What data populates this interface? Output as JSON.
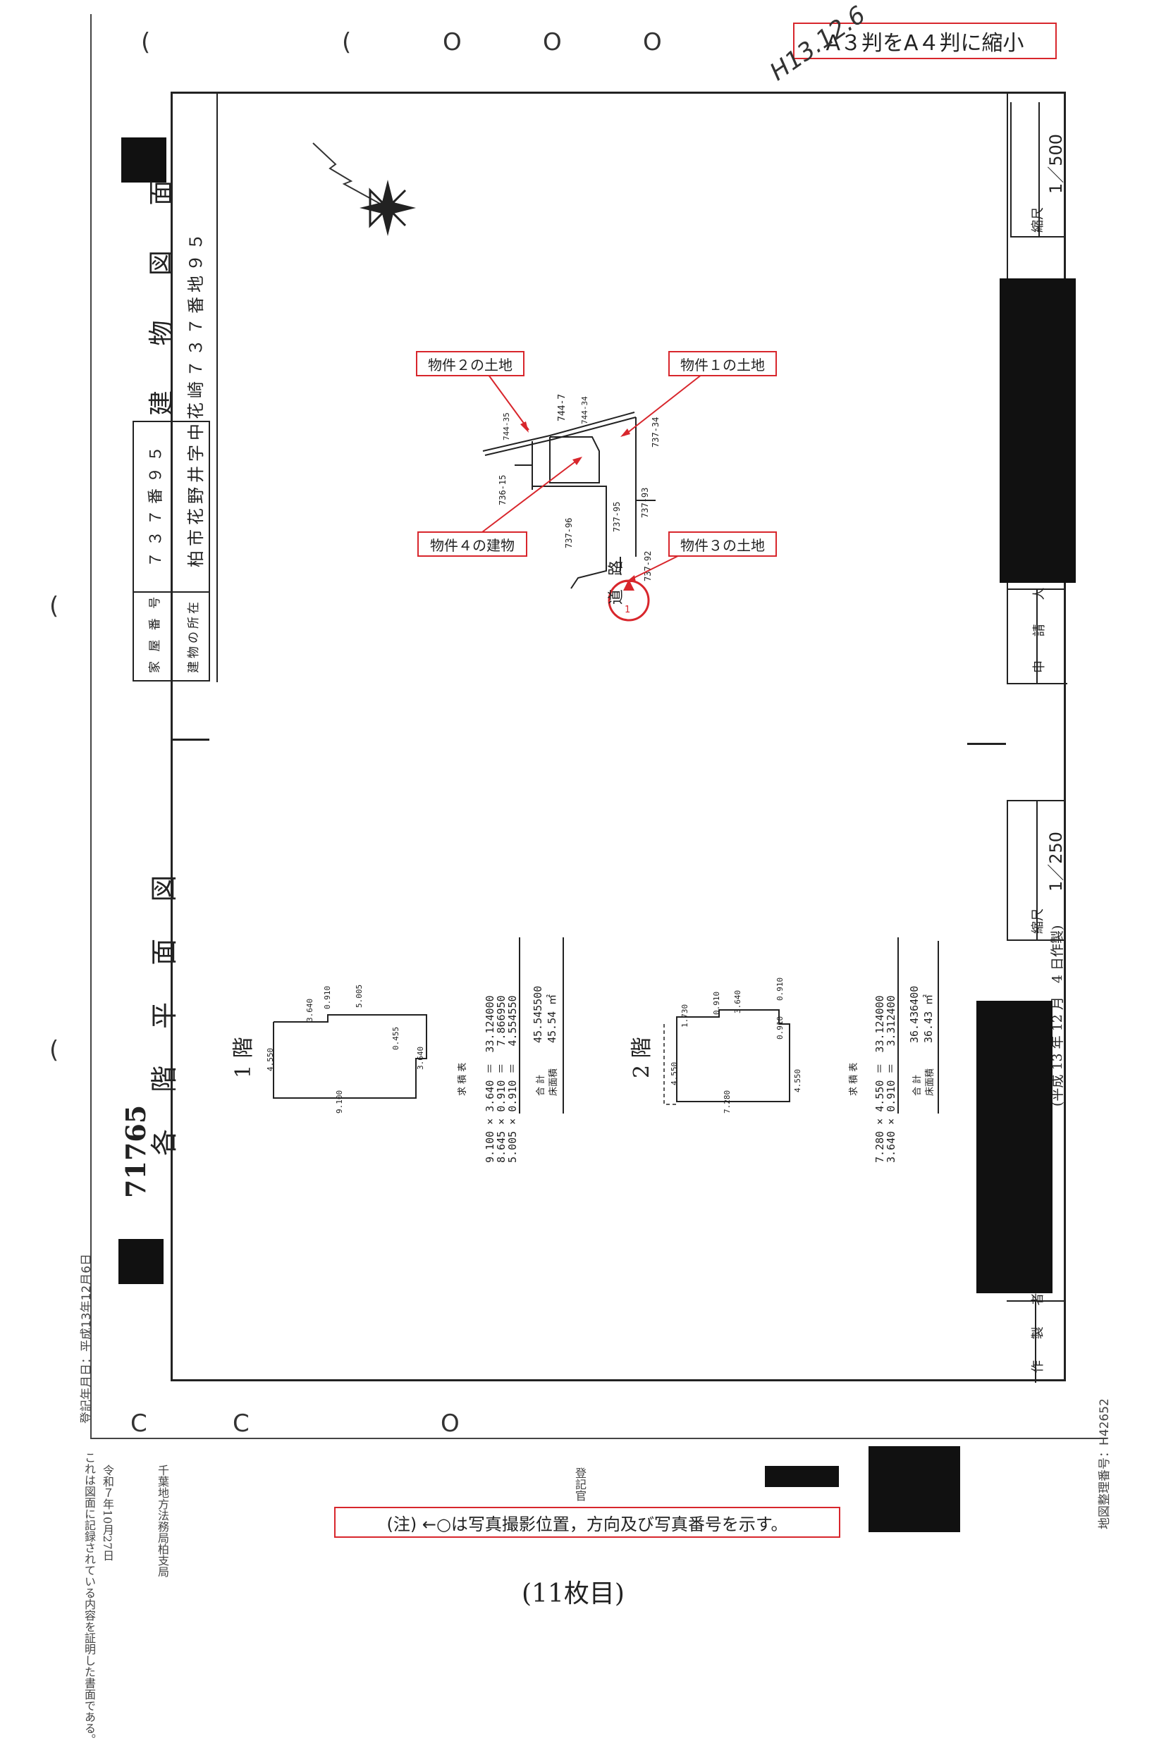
{
  "notice_reduced": "A３判をA４判に縮小",
  "handwritten_date": "H13.12.6",
  "upper_drawing": {
    "title": "建 物 図 面",
    "scale_label": "縮尺",
    "scale": "1／500",
    "house_number_label": "家 屋 番 号",
    "house_number": "７３７番９５",
    "location_label": "建物の所在",
    "location": "柏市花野井字中花崎７３７番地９５",
    "applicant_label": "申 請 人"
  },
  "site_plan": {
    "callouts": [
      "物件２の土地",
      "物件１の土地",
      "物件４の建物",
      "物件３の土地"
    ],
    "parcels": [
      "744-7",
      "744-34",
      "744-35",
      "737-34",
      "736-15",
      "737-96",
      "737-95",
      "737-93",
      "737-92"
    ],
    "road": "道 路",
    "photo_marker": "1"
  },
  "lower_drawing": {
    "doc_no": "71765",
    "title": "各 階 平 面 図",
    "scale_label": "縮尺",
    "scale": "1／250",
    "date": "(平成 13 年 12 月　4 日作製)",
    "maker_label": "作 製 者"
  },
  "floor1": {
    "label": "1 階",
    "dims": [
      "5.005",
      "3.640",
      "0.910",
      "4.550",
      "0.455",
      "3.640",
      "9.100"
    ],
    "calc_title": "求 積 表",
    "calc": [
      "9.100 × 3.640 ＝　33.124000",
      "8.645 × 0.910 ＝　 7.866950",
      "5.005 × 0.910 ＝　 4.554550"
    ],
    "total_label": "合 計",
    "total": "45.545500",
    "floor_area_label": "床面積",
    "floor_area": "45.54 ㎡"
  },
  "floor2": {
    "label": "2 階",
    "dims": [
      "3.640",
      "0.910",
      "0.910",
      "1.730",
      "4.550",
      "4.550",
      "0.910",
      "7.280"
    ],
    "calc_title": "求 積 表",
    "calc": [
      "7.280 × 4.550 ＝　33.124000",
      "3.640 × 0.910 ＝　 3.312400"
    ],
    "total_label": "合 計",
    "total": "36.436400",
    "floor_area_label": "床面積",
    "floor_area": "36.43 ㎡"
  },
  "registration_date": "登記年月日：平成13年12月6日",
  "certification": "これは図面に記録されている内容を証明した書面である。",
  "cert_date": "令和７年10月27日",
  "office": "千葉地方法務局柏支局",
  "registrar": "登記官",
  "map_number": "地図整理番号：H42652",
  "note": "(注) ←○は写真撮影位置，方向及び写真番号を示す。",
  "page_number": "(11枚目)"
}
